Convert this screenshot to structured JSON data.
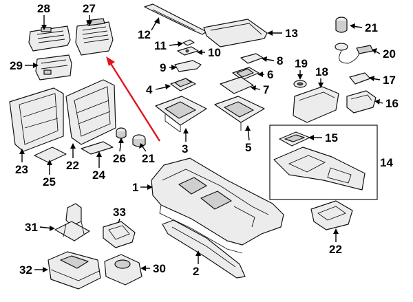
{
  "diagram": {
    "callouts": [
      {
        "id": "c1",
        "label": "1"
      },
      {
        "id": "c2",
        "label": "2"
      },
      {
        "id": "c3",
        "label": "3"
      },
      {
        "id": "c4",
        "label": "4"
      },
      {
        "id": "c5",
        "label": "5"
      },
      {
        "id": "c6",
        "label": "6"
      },
      {
        "id": "c7",
        "label": "7"
      },
      {
        "id": "c8",
        "label": "8"
      },
      {
        "id": "c9",
        "label": "9"
      },
      {
        "id": "c10",
        "label": "10"
      },
      {
        "id": "c11",
        "label": "11"
      },
      {
        "id": "c12",
        "label": "12"
      },
      {
        "id": "c13",
        "label": "13"
      },
      {
        "id": "c14",
        "label": "14"
      },
      {
        "id": "c15",
        "label": "15"
      },
      {
        "id": "c16",
        "label": "16"
      },
      {
        "id": "c17",
        "label": "17"
      },
      {
        "id": "c18",
        "label": "18"
      },
      {
        "id": "c19",
        "label": "19"
      },
      {
        "id": "c20",
        "label": "20"
      },
      {
        "id": "c21a",
        "label": "21"
      },
      {
        "id": "c21b",
        "label": "21"
      },
      {
        "id": "c22",
        "label": "22"
      },
      {
        "id": "c23",
        "label": "23"
      },
      {
        "id": "c24",
        "label": "24"
      },
      {
        "id": "c25",
        "label": "25"
      },
      {
        "id": "c26",
        "label": "26"
      },
      {
        "id": "c27",
        "label": "27"
      },
      {
        "id": "c28",
        "label": "28"
      },
      {
        "id": "c29",
        "label": "29"
      },
      {
        "id": "c30",
        "label": "30"
      },
      {
        "id": "c31",
        "label": "31"
      },
      {
        "id": "c32",
        "label": "32"
      },
      {
        "id": "c33",
        "label": "33"
      },
      {
        "id": "c34",
        "label": "34"
      }
    ],
    "highlight_color": "#e0141c"
  }
}
